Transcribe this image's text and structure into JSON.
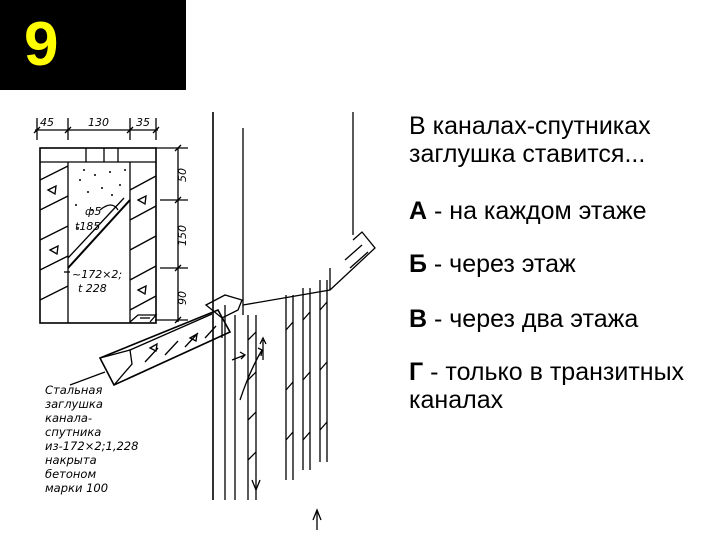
{
  "slide": {
    "number": "9",
    "colors": {
      "badge_bg": "#000000",
      "badge_text": "#ffff00",
      "text": "#000000",
      "ink": "#000000"
    }
  },
  "question": {
    "text": "В каналах-спутниках заглушка ставится..."
  },
  "options": [
    {
      "letter": "А",
      "text": " - на каждом этаже"
    },
    {
      "letter": "Б",
      "text": " - через этаж"
    },
    {
      "letter": "В",
      "text": " - через два этажа"
    },
    {
      "letter": "Г",
      "text": " - только в транзитных каналах"
    }
  ],
  "drawing": {
    "dims_top": [
      "45",
      "130",
      "35"
    ],
    "dims_side": [
      "50",
      "150",
      "90"
    ],
    "note_hole": [
      "ф5",
      "t185"
    ],
    "note_plug": [
      "~172×2;",
      "t 228"
    ],
    "caption": [
      "Стальная",
      "заглушка",
      "канала-",
      "спутника",
      "из-172×2;1,228",
      "накрыта",
      "бетоном",
      "марки 100"
    ]
  }
}
